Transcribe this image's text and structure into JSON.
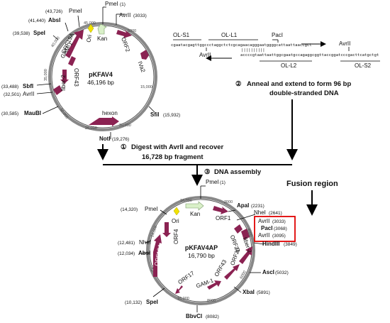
{
  "top_plasmid": {
    "name": "pKFAV4",
    "size": "46,196 bp",
    "sites": {
      "pme": {
        "pos": "(43,726)",
        "name": "PmeI"
      },
      "pme_top": {
        "name": "PmeI",
        "pos": "(1)"
      },
      "avr_top": {
        "name": "AvrII",
        "pos": "(3033)"
      },
      "abs": {
        "pos": "(41,440)",
        "name": "AbsI"
      },
      "spe": {
        "pos": "(39,538)",
        "name": "SpeI"
      },
      "sbf": {
        "pos": "(33,488)",
        "name": "SbfI"
      },
      "avr_left": {
        "pos": "(32,501)",
        "name": "AvrII"
      },
      "maub": {
        "pos": "(30,585)",
        "name": "MauBI"
      },
      "sfi": {
        "name": "SfiI",
        "pos": "(15,932)"
      },
      "not": {
        "name": "NotI",
        "pos": "(19,276)"
      }
    },
    "genes": {
      "orf19a": "ORF19A",
      "gam1": "GAM-1",
      "ori": "Ori",
      "kan": "Kan",
      "orf2": "ORF2",
      "iva2": "IVa2",
      "orf43": "ORF43",
      "fiber2": "fiber-2",
      "hexon": "hexon"
    },
    "ticks": [
      "45,000",
      "5000",
      "40,000",
      "35,000",
      "15,000",
      "30,000",
      "25,000",
      "20,000"
    ]
  },
  "oligo": {
    "s1": "OL-S1",
    "l1": "OL-L1",
    "pac": "PacI",
    "avr_left": "AvrII",
    "avr_right": "AvrII",
    "top_seq": "cgaatacgagttggccctaggctctcgcagaacagggaatggggcattaattaaccgct",
    "bars": "||||||||||",
    "bottom_seq": "accccgtaattaattggcgaatgccagaggcggttaccggatcccgacttcatgctgt",
    "l2": "OL-L2",
    "s2": "OL-S2"
  },
  "steps": {
    "n1": "①",
    "s1_line1": "Digest with AvrII and recover",
    "s1_line2": "16,728 bp fragment",
    "n2": "②",
    "s2_line1": "Anneal and extend to form 96 bp",
    "s2_line2": "double-stranded DNA",
    "n3": "③",
    "s3": "DNA assembly"
  },
  "fusion_label": "Fusion region",
  "bottom_plasmid": {
    "name": "pKFAV4AP",
    "size": "16,790 bp",
    "sites": {
      "pme_top": {
        "name": "PmeI",
        "pos": "(1)"
      },
      "pme_left": {
        "pos": "(14,320)",
        "name": "PmeI"
      },
      "apa": {
        "name": "ApaI",
        "pos": "(2231)"
      },
      "nhe_right": {
        "name": "NheI",
        "pos": "(2641)"
      },
      "avr1": {
        "name": "AvrII",
        "pos": "(3033)"
      },
      "pac": {
        "name": "PacI",
        "pos": "(3068)"
      },
      "avr2": {
        "name": "AvrII",
        "pos": "(3095)"
      },
      "hind": {
        "name": "HindIII",
        "pos": "(3849)"
      },
      "nhe_left": {
        "pos": "(12,481)",
        "name": "NheI"
      },
      "abs": {
        "pos": "(12,034)",
        "name": "AbsI"
      },
      "asc": {
        "name": "AscI",
        "pos": "(5032)"
      },
      "xba": {
        "name": "XbaI",
        "pos": "(5891)"
      },
      "spe": {
        "pos": "(10,132)",
        "name": "SpeI"
      },
      "bbv": {
        "name": "BbvCI",
        "pos": "(8082)"
      }
    },
    "genes": {
      "kan": "Kan",
      "ori": "Ori",
      "orf1": "ORF1",
      "orf4": "ORF4",
      "orf19a": "ORF19A",
      "orf24": "ORF24",
      "fiber2": "fiber-2",
      "orf20": "ORF20",
      "orf43": "ORF43",
      "gam1": "GAM-1",
      "orf17": "ORF17"
    },
    "ticks": [
      "16,000",
      "2000",
      "14,000",
      "4000",
      "12,000",
      "6000",
      "10,000",
      "8000"
    ]
  },
  "colors": {
    "gene": "#8b2252",
    "ori": "#f2e200",
    "kan": "#d9f0c8",
    "fusion_box": "#e00000"
  }
}
